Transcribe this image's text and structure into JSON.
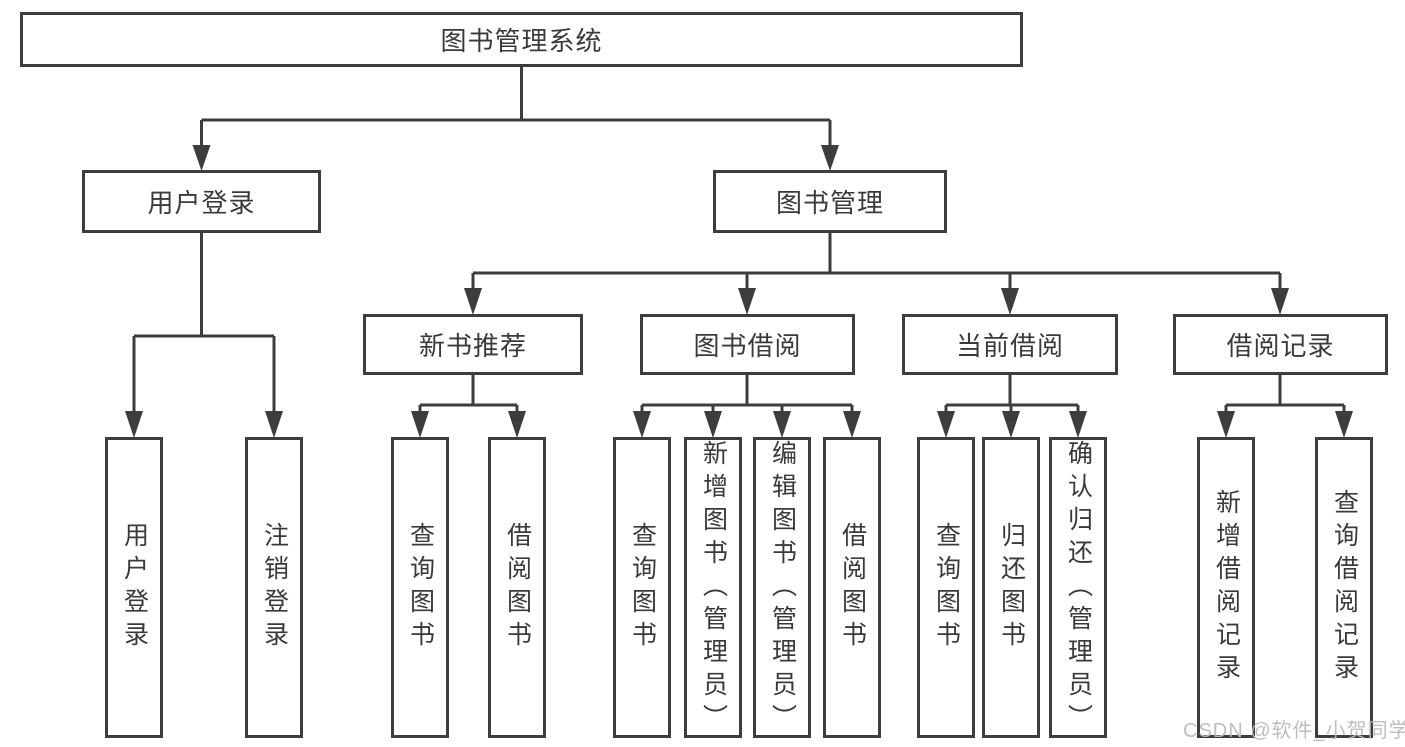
{
  "title": "图书管理系统",
  "branches": [
    {
      "label": "用户登录",
      "children": [
        {
          "label": "用户登录"
        },
        {
          "label": "注销登录"
        }
      ]
    },
    {
      "label": "图书管理",
      "children": [
        {
          "label": "新书推荐",
          "children": [
            {
              "label": "查询图书"
            },
            {
              "label": "借阅图书"
            }
          ]
        },
        {
          "label": "图书借阅",
          "children": [
            {
              "label": "查询图书"
            },
            {
              "label": "新增图书（管理员）"
            },
            {
              "label": "编辑图书（管理员）"
            },
            {
              "label": "借阅图书"
            }
          ]
        },
        {
          "label": "当前借阅",
          "children": [
            {
              "label": "查询图书"
            },
            {
              "label": "归还图书"
            },
            {
              "label": "确认归还（管理员）"
            }
          ]
        },
        {
          "label": "借阅记录",
          "children": [
            {
              "label": "新增借阅记录"
            },
            {
              "label": "查询借阅记录"
            }
          ]
        }
      ]
    }
  ],
  "watermark": "CSDN @软件_小贺同学",
  "colors": {
    "line": "#3d3d3d",
    "text": "#3a3a3a",
    "box_background": "#ffffff",
    "watermark": "#bababa"
  }
}
